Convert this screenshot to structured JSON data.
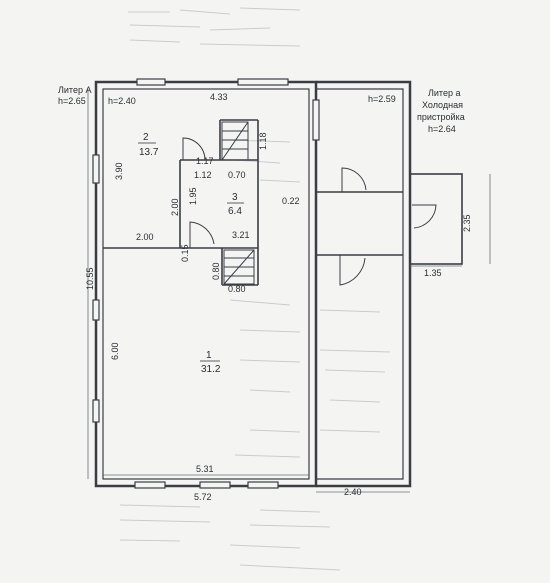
{
  "building": {
    "main_label_line1": "Литер А",
    "main_label_line2": "h=2.65",
    "annex_label_line1": "Литер а",
    "annex_label_line2": "Холодная",
    "annex_label_line3": "пристройка",
    "annex_label_line4": "h=2.64"
  },
  "rooms": [
    {
      "number": "2",
      "area": "13.7",
      "height": "h=2.40"
    },
    {
      "number": "3",
      "area": "6.4"
    },
    {
      "number": "1",
      "area": "31.2"
    }
  ],
  "annex_room": {
    "height": "h=2.59"
  },
  "dimensions": {
    "top_right_main": "4.33",
    "stair_small_1": "1.17",
    "stair_small_2": "1.12",
    "stair_small_3": "0.70",
    "stair_small_4": "1.18",
    "room2_height": "3.90",
    "room2_width": "2.00",
    "corridor_height": "1.95",
    "corridor_v": "2.00",
    "door_small": "0.15",
    "room3_width": "3.21",
    "stair_lower_1": "0.80",
    "stair_lower_2": "0.80",
    "total_height": "10.55",
    "room1_height": "6.00",
    "room1_width": "5.31",
    "outer_width": "5.72",
    "annex_width": "2.40",
    "porch_width": "1.35",
    "porch_height": "2.35",
    "annex_inner": "0.22"
  }
}
